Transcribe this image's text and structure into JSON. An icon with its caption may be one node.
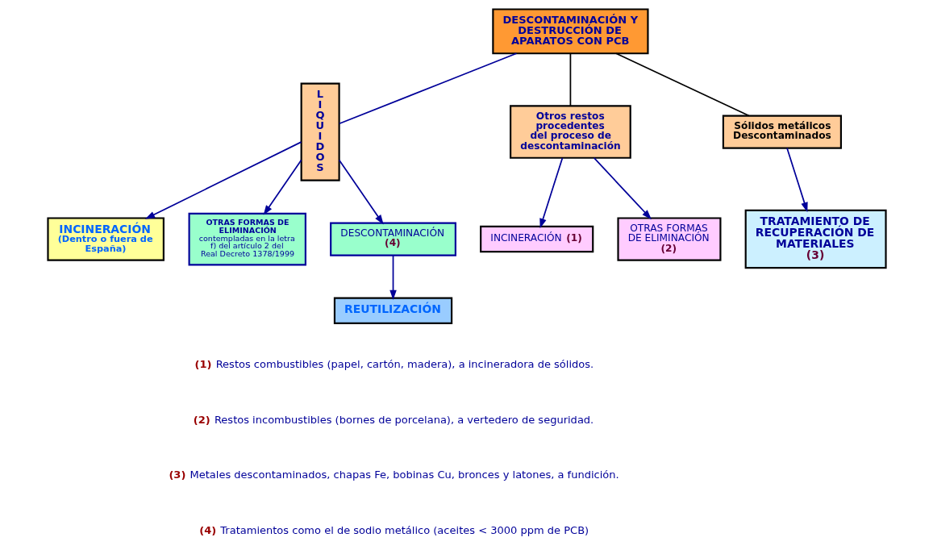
{
  "diagram": {
    "nodes": [
      {
        "text": [
          "INCINERACIÓN",
          "(Dentro o fuera de España)"
        ]
      },
      {
        "text": [
          "OTRAS FORMAS DE ELIMINACIÓN",
          "contempladas en la letra f) del artículo 2 del Real Decreto 1378/1999"
        ]
      },
      {
        "text": [
          "LIQUIDOS"
        ]
      },
      {
        "text": [
          "DESCONTAMINACIÓN Y DESTRUCCIÓN DE APARATOS CON PCB"
        ]
      },
      {
        "text": [
          "Otros restos procedentes del proceso de descontaminación"
        ]
      },
      {
        "text": [
          "INCINERACIÓN",
          "(1)"
        ]
      },
      {
        "text": [
          "OTRAS FORMAS DE ELIMINACIÓN",
          "(2)"
        ]
      },
      {
        "text": [
          "Sólidos metálicos Descontaminados"
        ]
      },
      {
        "text": [
          "DESCONTAMINACIÓN",
          "(4)"
        ]
      },
      {
        "text": [
          "TRATAMIENTO DE RECUPERACIÓN DE MATERIALES",
          "(3)"
        ]
      },
      {
        "text": [
          "REUTILIZACIÓN"
        ]
      }
    ],
    "edges": [
      {
        "from": 3,
        "to": 2,
        "arrow": "none"
      },
      {
        "from": 2,
        "to": 0,
        "arrow": "to"
      },
      {
        "from": 2,
        "to": 1,
        "arrow": "to"
      },
      {
        "from": 2,
        "to": 8,
        "arrow": "to"
      },
      {
        "from": 3,
        "to": 4,
        "arrow": "none",
        "color": "#000000"
      },
      {
        "from": 4,
        "to": 5,
        "arrow": "to"
      },
      {
        "from": 4,
        "to": 6,
        "arrow": "to"
      },
      {
        "from": 3,
        "to": 7,
        "arrow": "none",
        "color": "#000000"
      },
      {
        "from": 7,
        "to": 9,
        "arrow": "to"
      },
      {
        "from": 8,
        "to": 10,
        "arrow": "to"
      }
    ],
    "labels": [
      "(1) Restos combustibles (papel, cartón, madera), a incineradora de sólidos.",
      "(2) Restos incombustibles (bornes de porcelana), a vertedero de seguridad.",
      "(3) Metales descontaminados, chapas Fe, bobinas Cu, bronces y latones, a fundición.",
      "(4) Tratamientos como el de sodio metálico (aceites < 3000 ppm de PCB)"
    ]
  }
}
